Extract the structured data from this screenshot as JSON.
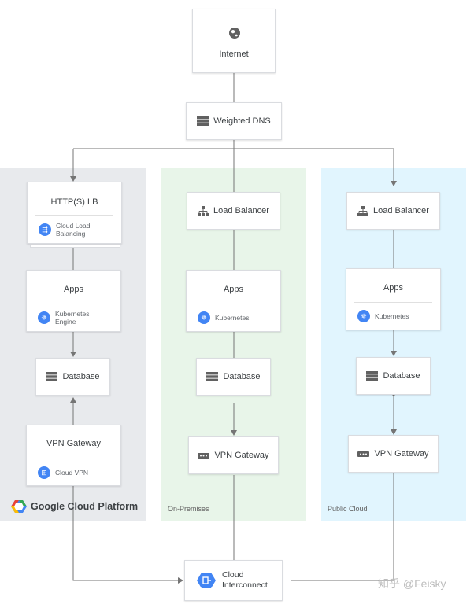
{
  "diagram": {
    "internet": {
      "label": "Internet",
      "icon": "globe-icon"
    },
    "dns": {
      "label": "Weighted DNS",
      "icon": "server-icon"
    },
    "gcp": {
      "zone_label": "Google Cloud Platform",
      "bg": "#e8eaed",
      "lb": {
        "title": "HTTP(S) LB",
        "sub": "Cloud Load Balancing",
        "icon": "cloud-load-balancing-icon"
      },
      "apps": {
        "title": "Apps",
        "sub": "Kubernetes Engine",
        "icon": "kubernetes-engine-icon"
      },
      "database": {
        "label": "Database",
        "icon": "database-icon"
      },
      "vpn": {
        "title": "VPN Gateway",
        "sub": "Cloud VPN",
        "icon": "cloud-vpn-icon"
      }
    },
    "onprem": {
      "zone_label": "On-Premises",
      "bg": "#e8f5e9",
      "lb": {
        "label": "Load Balancer",
        "icon": "network-icon"
      },
      "apps": {
        "title": "Apps",
        "sub": "Kubernetes",
        "icon": "kubernetes-icon"
      },
      "database": {
        "label": "Database",
        "icon": "database-icon"
      },
      "vpn": {
        "label": "VPN Gateway",
        "icon": "vpn-gateway-icon"
      }
    },
    "public": {
      "zone_label": "Public Cloud",
      "bg": "#e1f5fe",
      "lb": {
        "label": "Load Balancer",
        "icon": "network-icon"
      },
      "apps": {
        "title": "Apps",
        "sub": "Kubernetes",
        "icon": "kubernetes-icon"
      },
      "database": {
        "label": "Database",
        "icon": "database-icon"
      },
      "vpn": {
        "label": "VPN Gateway",
        "icon": "vpn-gateway-icon"
      }
    },
    "interconnect": {
      "label_line1": "Cloud",
      "label_line2": "Interconnect",
      "icon": "cloud-interconnect-icon"
    },
    "colors": {
      "google_blue": "#4285f4",
      "line": "#757575",
      "icon_gray": "#616161"
    }
  },
  "watermark": "知乎 @Feisky"
}
